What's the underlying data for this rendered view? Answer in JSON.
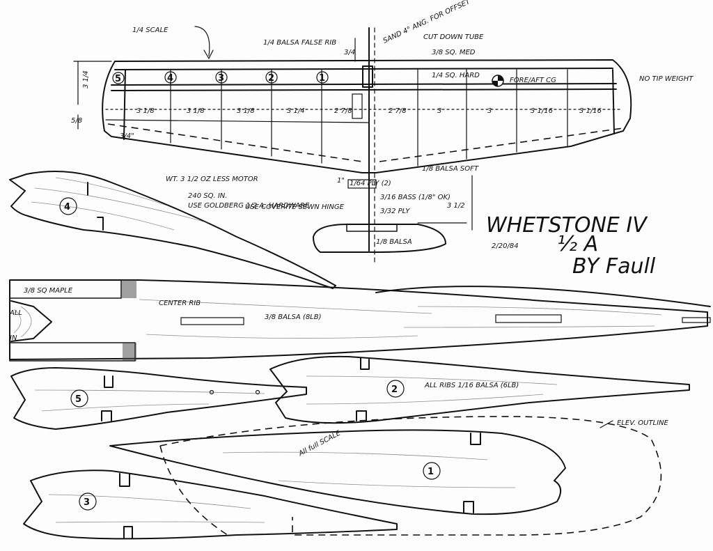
{
  "title": "WHETSTONE IV",
  "class": "½ A",
  "author": "BY Faull",
  "date": "2/20/84",
  "scale_note": "1/4 SCALE",
  "full_scale_note": "All full SCALE",
  "wing_labels": {
    "balsa_false_rib": "1/4 BALSA FALSE RIB",
    "sand": "SAND 4° ANG. FOR OFFSET",
    "cut_tube": "CUT DOWN TUBE",
    "sq_med": "3/8 SQ. MED",
    "sq_hard": "1/4 SQ. HARD",
    "cg": "FORE/AFT CG",
    "tip": "NO TIP WEIGHT",
    "balsa_soft": "1/8 BALSA SOFT",
    "ply": "1/64 PLY (2)",
    "bass": "3/16 BASS (1/8\" OK)",
    "ply32": "3/32 PLY",
    "hinge": "USE COVERITE SEWN HINGE",
    "balsa_stab": "1/8 BALSA",
    "dim_top": "3/4",
    "dim_side": "3 1/4",
    "dim_small": "5/8",
    "dim_tip": "3/4\"",
    "dim_one": "1\"",
    "dim_35": "3 1/2"
  },
  "spacings": [
    "3 1/8",
    "3 1/8",
    "3 1/8",
    "3 1/4",
    "2 7/8",
    "2 7/8",
    "3",
    "3",
    "3 1/16",
    "3 1/16"
  ],
  "rib_numbers_top": [
    "5",
    "4",
    "3",
    "2",
    "1"
  ],
  "spec_text": {
    "wt": "WT. 3 1/2 OZ LESS MOTOR",
    "area": "240 SQ. IN.",
    "hardware": "USE GOLDBERG 1/2 A. HARDWARE"
  },
  "ribs": {
    "r4": "4",
    "r5": "5",
    "r2": "2",
    "r1": "1",
    "r3": "3",
    "center": "CENTER RIB",
    "center_mat": "3/8 BALSA (8LB)",
    "maple": "3/8 SQ MAPLE",
    "all": "ALL",
    "in": "IN",
    "all_ribs": "ALL RIBS 1/16 BALSA (6LB)",
    "elev": "ELEV. OUTLINE"
  }
}
